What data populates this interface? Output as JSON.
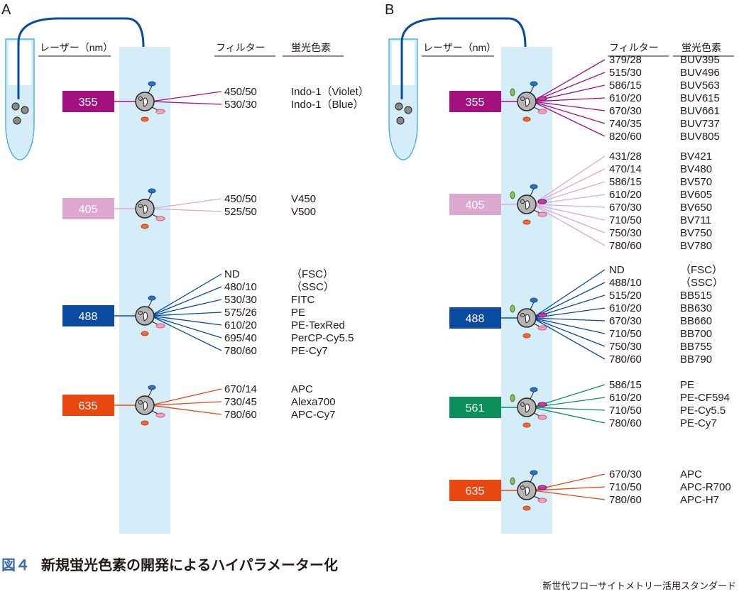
{
  "caption": {
    "fig_label": "図４",
    "title": "新規蛍光色素の開発によるハイパラメーター化"
  },
  "footer": "新世代フローサイトメトリー活用スタンダード",
  "headers": {
    "laser": "レーザー（nm）",
    "filter": "フィルター",
    "dye": "蛍光色素"
  },
  "panels": [
    {
      "label": "A",
      "lasers": [
        {
          "wavelength": "355",
          "color": "#a5107f",
          "channels": [
            [
              "450/50",
              "Indo-1（Violet）"
            ],
            [
              "530/30",
              "Indo-1（Blue）"
            ]
          ]
        },
        {
          "wavelength": "405",
          "color": "#dca8d0",
          "channels": [
            [
              "450/50",
              "V450"
            ],
            [
              "525/50",
              "V500"
            ]
          ]
        },
        {
          "wavelength": "488",
          "color": "#0a4aa0",
          "channels": [
            [
              "ND",
              "（FSC）"
            ],
            [
              "480/10",
              "（SSC）"
            ],
            [
              "530/30",
              "FITC"
            ],
            [
              "575/26",
              "PE"
            ],
            [
              "610/20",
              "PE-TexRed"
            ],
            [
              "695/40",
              "PerCP-Cy5.5"
            ],
            [
              "780/60",
              "PE-Cy7"
            ]
          ]
        },
        {
          "wavelength": "635",
          "color": "#e8470f",
          "channels": [
            [
              "670/14",
              "APC"
            ],
            [
              "730/45",
              "Alexa700"
            ],
            [
              "780/60",
              "APC-Cy7"
            ]
          ]
        }
      ]
    },
    {
      "label": "B",
      "lasers": [
        {
          "wavelength": "355",
          "color": "#a5107f",
          "channels": [
            [
              "379/28",
              "BUV395"
            ],
            [
              "515/30",
              "BUV496"
            ],
            [
              "586/15",
              "BUV563"
            ],
            [
              "610/20",
              "BUV615"
            ],
            [
              "670/30",
              "BUV661"
            ],
            [
              "740/35",
              "BUV737"
            ],
            [
              "820/60",
              "BUV805"
            ]
          ]
        },
        {
          "wavelength": "405",
          "color": "#dca8d0",
          "channels": [
            [
              "431/28",
              "BV421"
            ],
            [
              "470/14",
              "BV480"
            ],
            [
              "586/15",
              "BV570"
            ],
            [
              "610/20",
              "BV605"
            ],
            [
              "670/30",
              "BV650"
            ],
            [
              "710/50",
              "BV711"
            ],
            [
              "750/30",
              "BV750"
            ],
            [
              "780/60",
              "BV780"
            ]
          ]
        },
        {
          "wavelength": "488",
          "color": "#0a4aa0",
          "channels": [
            [
              "ND",
              "（FSC）"
            ],
            [
              "488/10",
              "（SSC）"
            ],
            [
              "515/20",
              "BB515"
            ],
            [
              "610/20",
              "BB630"
            ],
            [
              "670/30",
              "BB660"
            ],
            [
              "710/50",
              "BB700"
            ],
            [
              "750/30",
              "BB755"
            ],
            [
              "780/60",
              "BB790"
            ]
          ]
        },
        {
          "wavelength": "561",
          "color": "#0a8f5a",
          "channels": [
            [
              "586/15",
              "PE"
            ],
            [
              "610/20",
              "PE-CF594"
            ],
            [
              "710/50",
              "PE-Cy5.5"
            ],
            [
              "780/60",
              "PE-Cy7"
            ]
          ]
        },
        {
          "wavelength": "635",
          "color": "#e8470f",
          "channels": [
            [
              "670/30",
              "APC"
            ],
            [
              "710/50",
              "APC-R700"
            ],
            [
              "780/60",
              "APC-H7"
            ]
          ]
        }
      ]
    }
  ]
}
